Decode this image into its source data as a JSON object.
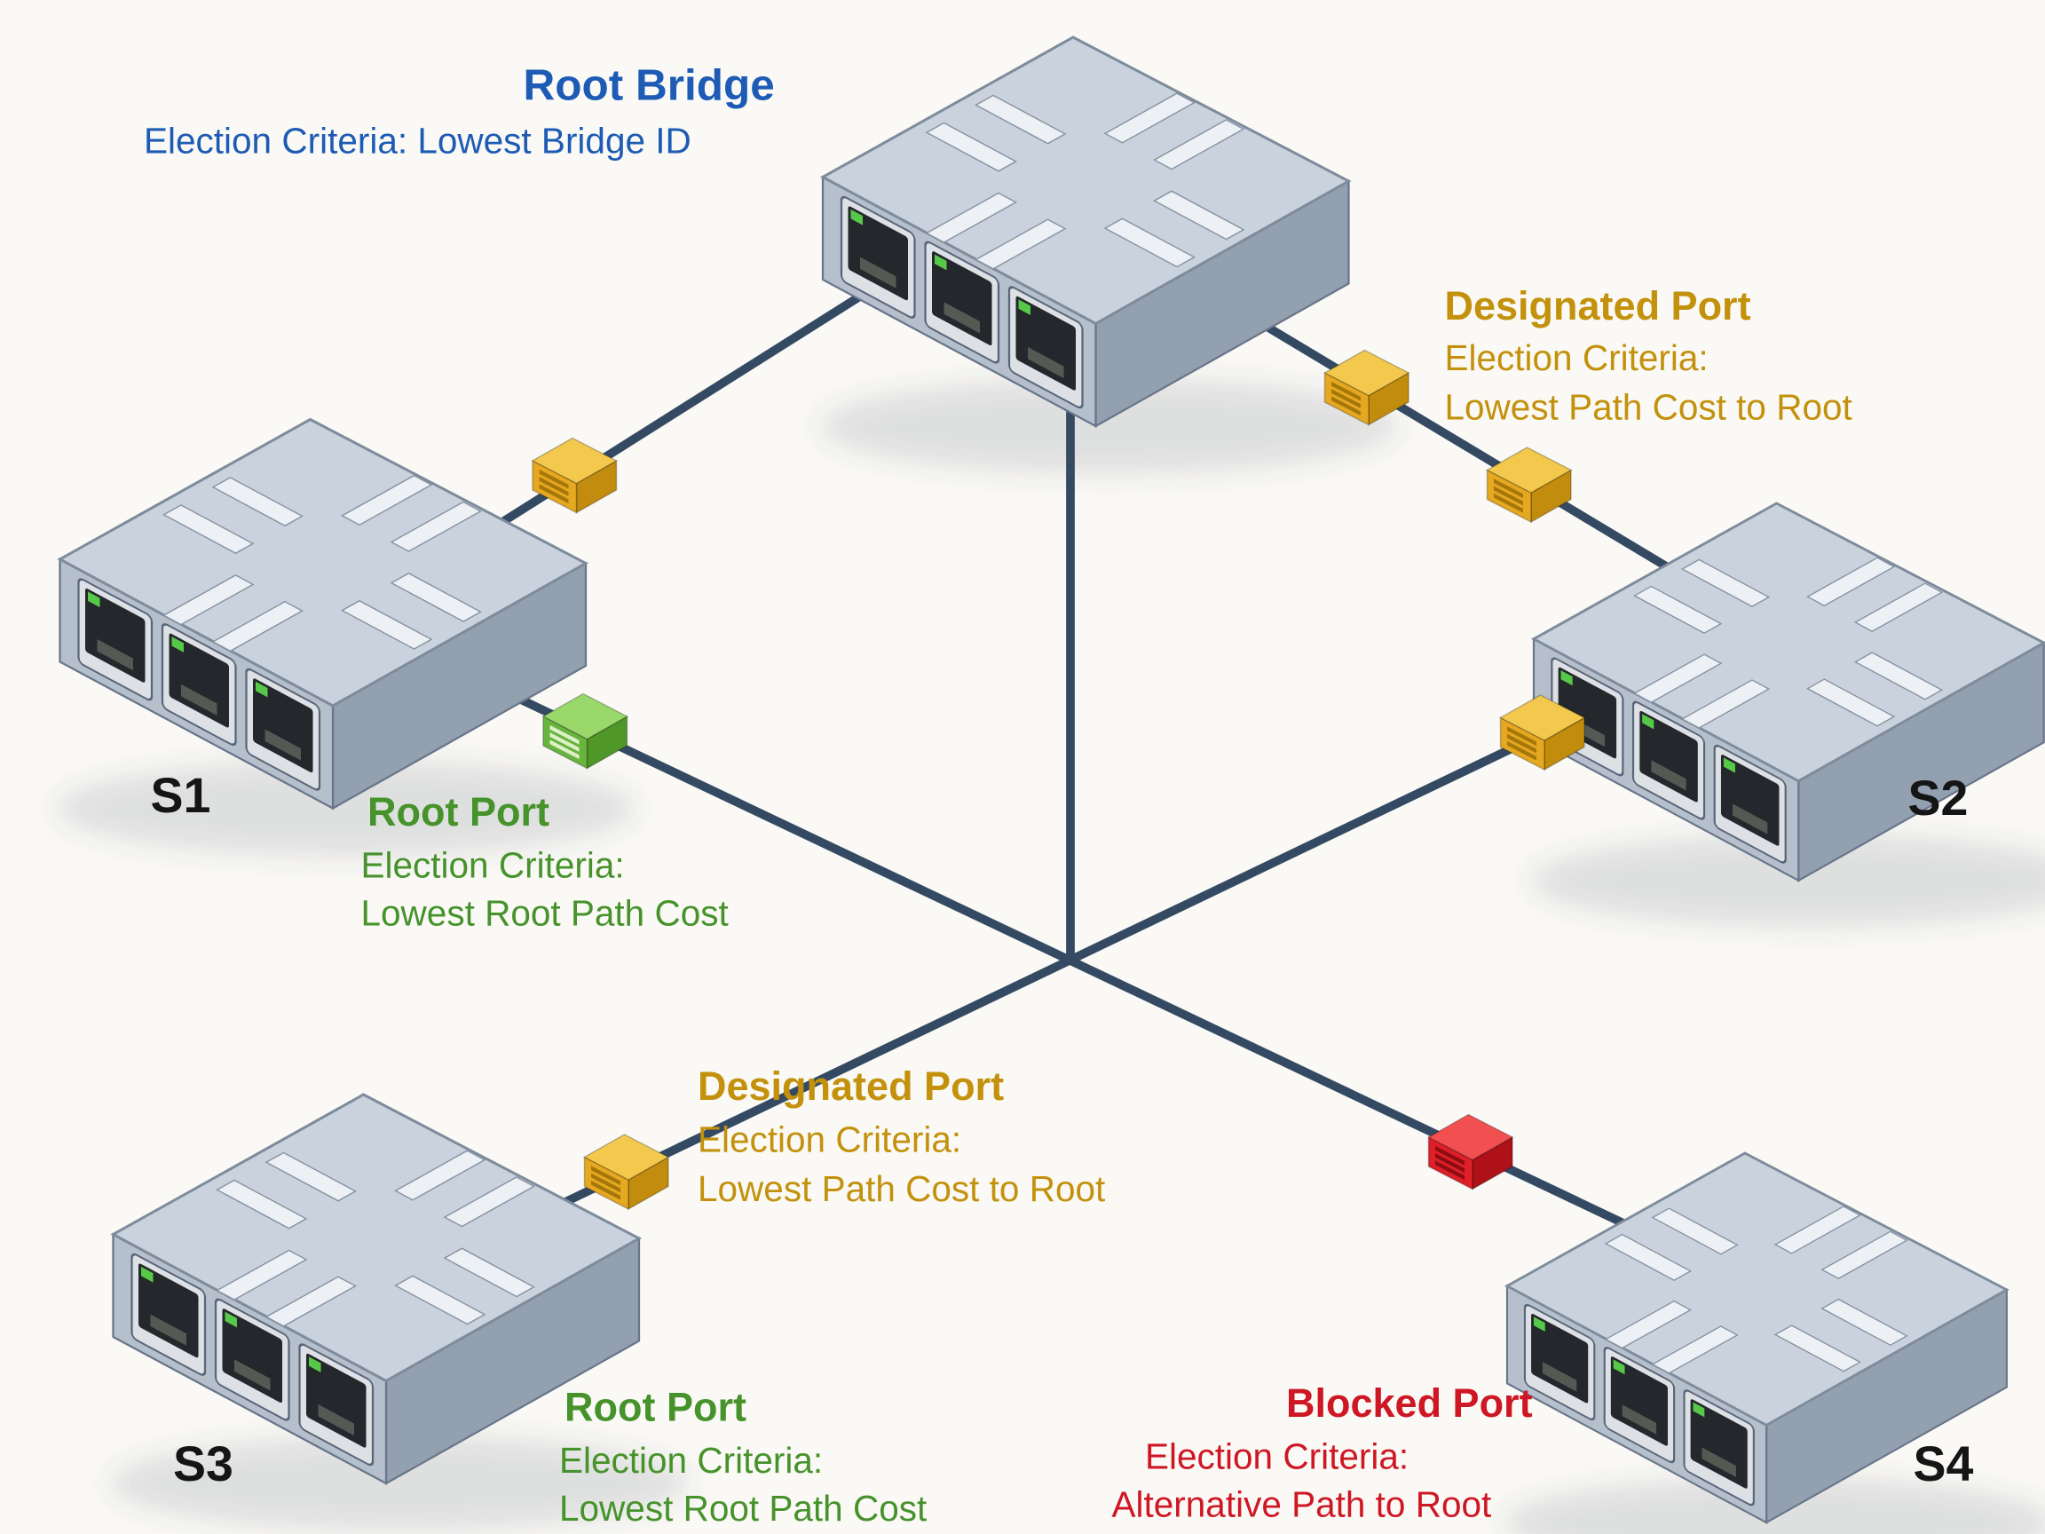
{
  "colors": {
    "background": "#faf9f6",
    "link_line": "#344a63",
    "root_bridge_text": "#1d5bb4",
    "designated_text": "#c3910b",
    "root_port_text": "#46922b",
    "blocked_text": "#cf1724",
    "switch_name_text": "#151515",
    "designated_port_marker": "#e5a820",
    "root_port_marker": "#68b53e",
    "blocked_port_marker": "#de1f28",
    "switch_body": "#c9d2dd"
  },
  "labels": {
    "root_bridge": {
      "title": "Root Bridge",
      "line1": "Election Criteria: Lowest Bridge ID"
    },
    "designated_top": {
      "title": "Designated Port",
      "line1": "Election Criteria:",
      "line2": "Lowest Path Cost to Root"
    },
    "root_port_s1": {
      "title": "Root Port",
      "line1": "Election Criteria:",
      "line2": "Lowest Root Path Cost"
    },
    "designated_mid": {
      "title": "Designated Port",
      "line1": "Election Criteria:",
      "line2": "Lowest Path Cost to Root"
    },
    "root_port_s3": {
      "title": "Root Port",
      "line1": "Election Criteria:",
      "line2": "Lowest Root Path Cost"
    },
    "blocked": {
      "title": "Blocked Port",
      "line1": "Election Criteria:",
      "line2": "Alternative Path to Root"
    }
  },
  "switch_names": {
    "s1": "S1",
    "s2": "S2",
    "s3": "S3",
    "s4": "S4"
  }
}
